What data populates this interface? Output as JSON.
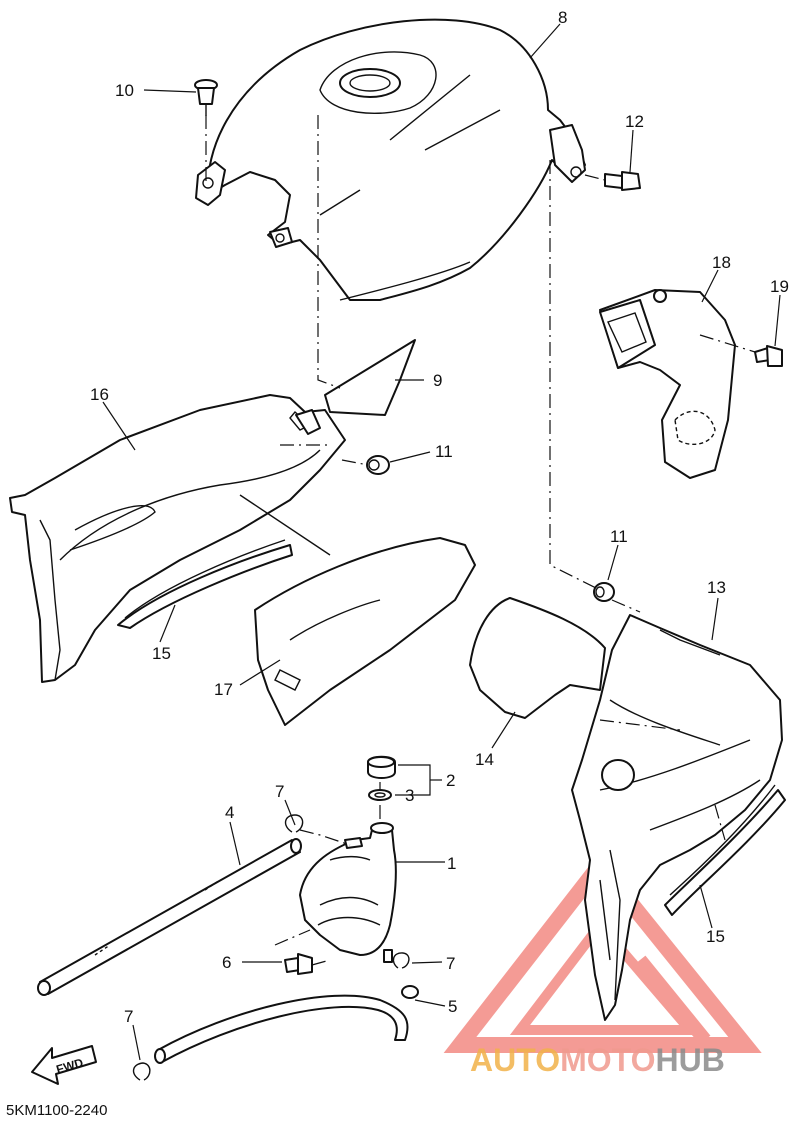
{
  "diagram_code": "5KM1100-2240",
  "fwd_label": "FWD",
  "watermark": {
    "part1": "AUTO",
    "part2": "MOTO",
    "part3": "HUB",
    "colors": {
      "auto": "#f2b24a",
      "moto": "#f09a8e",
      "hub": "#8b8b8b",
      "triangle": "#ee5a4f"
    }
  },
  "callouts": [
    "1",
    "2",
    "3",
    "4",
    "5",
    "6",
    "7",
    "7",
    "7",
    "8",
    "9",
    "10",
    "11",
    "11",
    "12",
    "13",
    "14",
    "15",
    "15",
    "16",
    "17",
    "18",
    "19"
  ]
}
